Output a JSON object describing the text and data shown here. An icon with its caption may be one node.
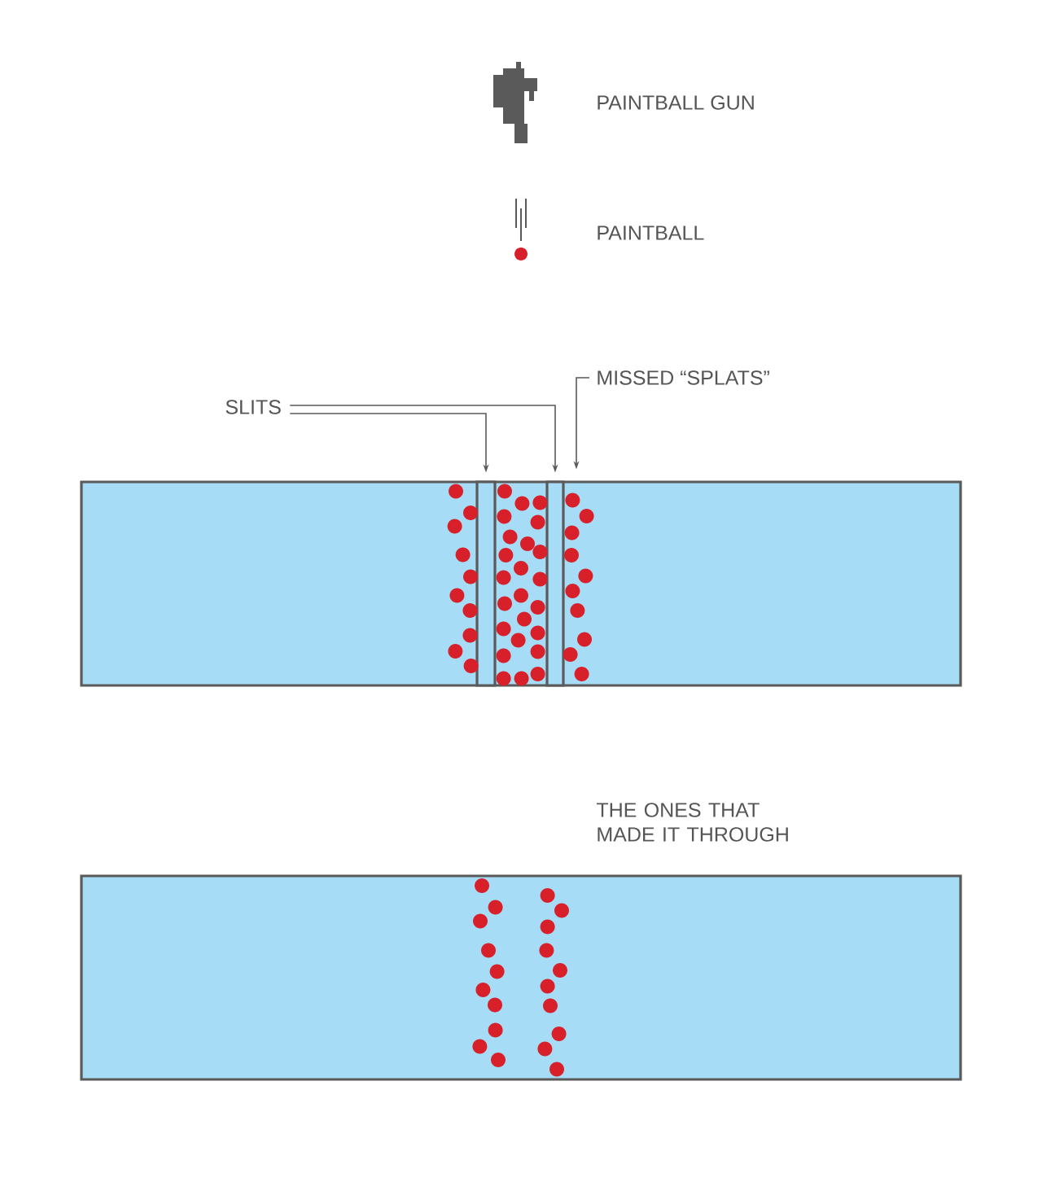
{
  "diagram": {
    "nodes": [
      {
        "text": [
          "SLITS"
        ]
      },
      {
        "text": [
          "MISSED “SPLATS”"
        ]
      },
      {
        "text": [],
        "shape": "box"
      },
      {
        "text": [],
        "shape": "bar",
        "in": 2
      },
      {
        "text": [],
        "shape": "bar",
        "in": 2
      },
      {
        "text": [],
        "shape": "box"
      }
    ],
    "edges": [
      {
        "from": 0,
        "to": 3,
        "arrow": "to"
      },
      {
        "from": 0,
        "to": 4,
        "arrow": "to"
      },
      {
        "from": 1,
        "to": 2,
        "arrow": "to"
      }
    ],
    "labels": [
      "PAINTBALL GUN",
      "PAINTBALL",
      "THE ONES THAT MADE IT THROUGH"
    ]
  }
}
